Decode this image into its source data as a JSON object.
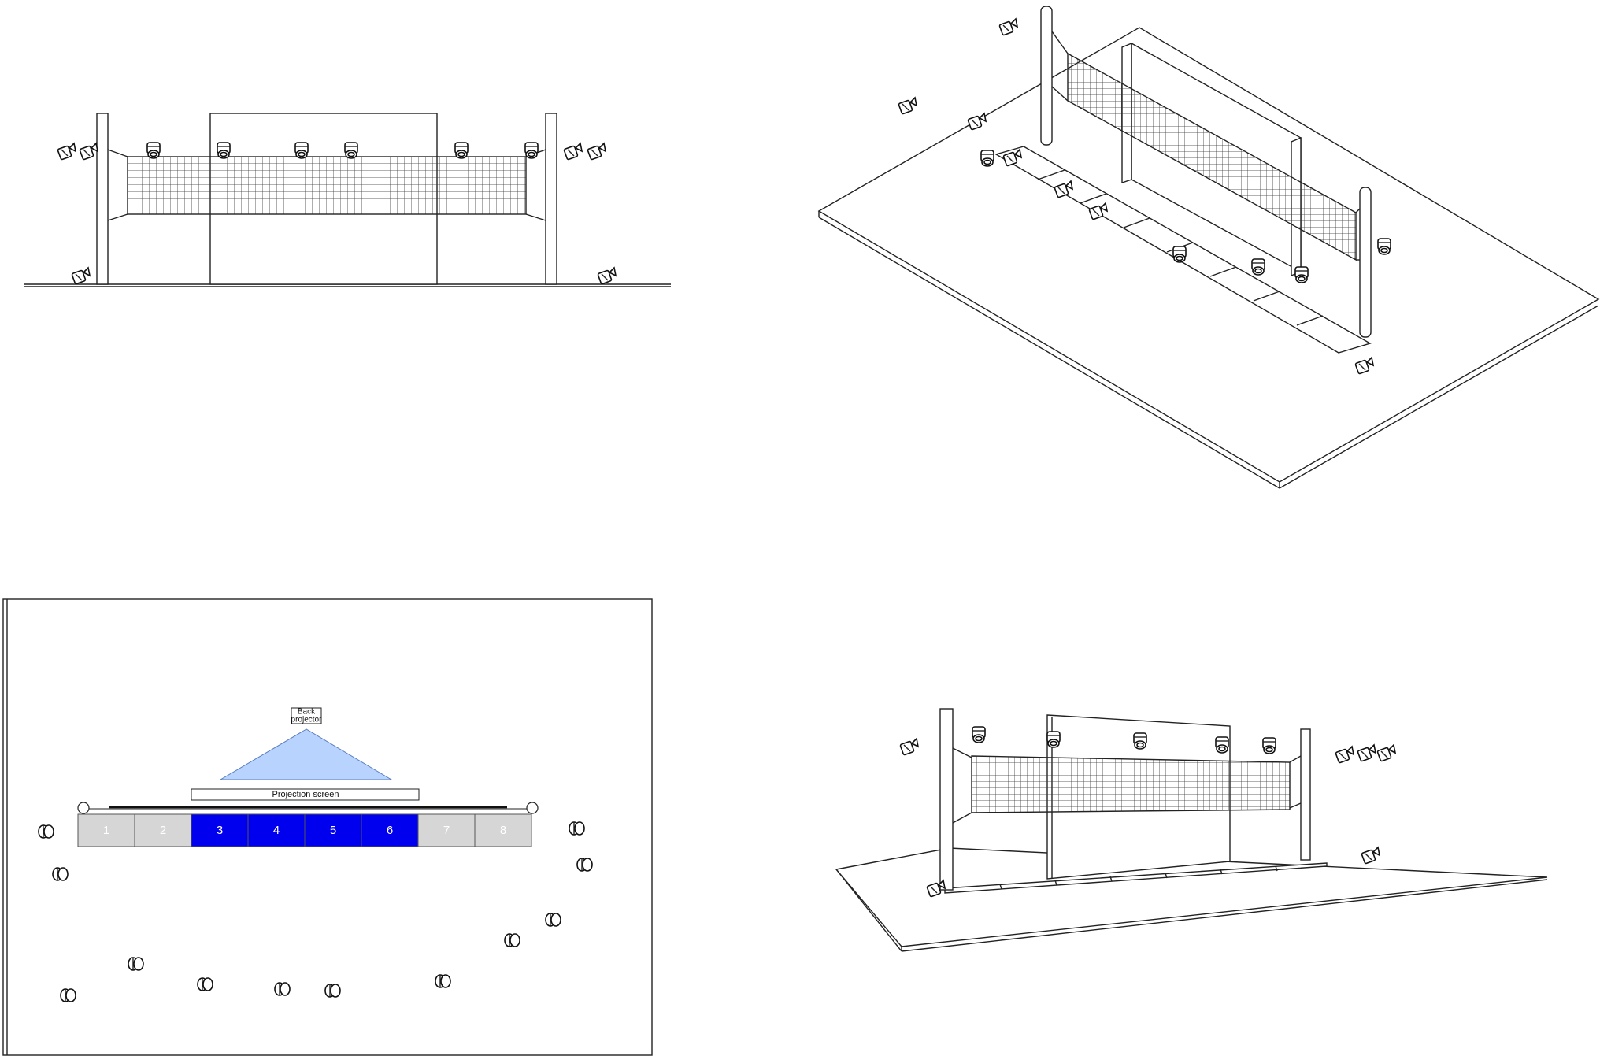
{
  "top_view": {
    "back_projector_line1": "Back",
    "back_projector_line2": "projector",
    "projection_screen_label": "Projection screen",
    "zones": [
      {
        "label": "1",
        "active": false
      },
      {
        "label": "2",
        "active": false
      },
      {
        "label": "3",
        "active": true
      },
      {
        "label": "4",
        "active": true
      },
      {
        "label": "5",
        "active": true
      },
      {
        "label": "6",
        "active": true
      },
      {
        "label": "7",
        "active": false
      },
      {
        "label": "8",
        "active": false
      }
    ]
  },
  "colors": {
    "active_zone": "#0000ee",
    "inactive_zone": "#d6d6d6",
    "projector_beam": "#b9d3ff",
    "active_text": "#ffffff",
    "inactive_text": "#ffffff"
  },
  "icons": [
    "camera-icon",
    "net-post",
    "projection-screen"
  ]
}
